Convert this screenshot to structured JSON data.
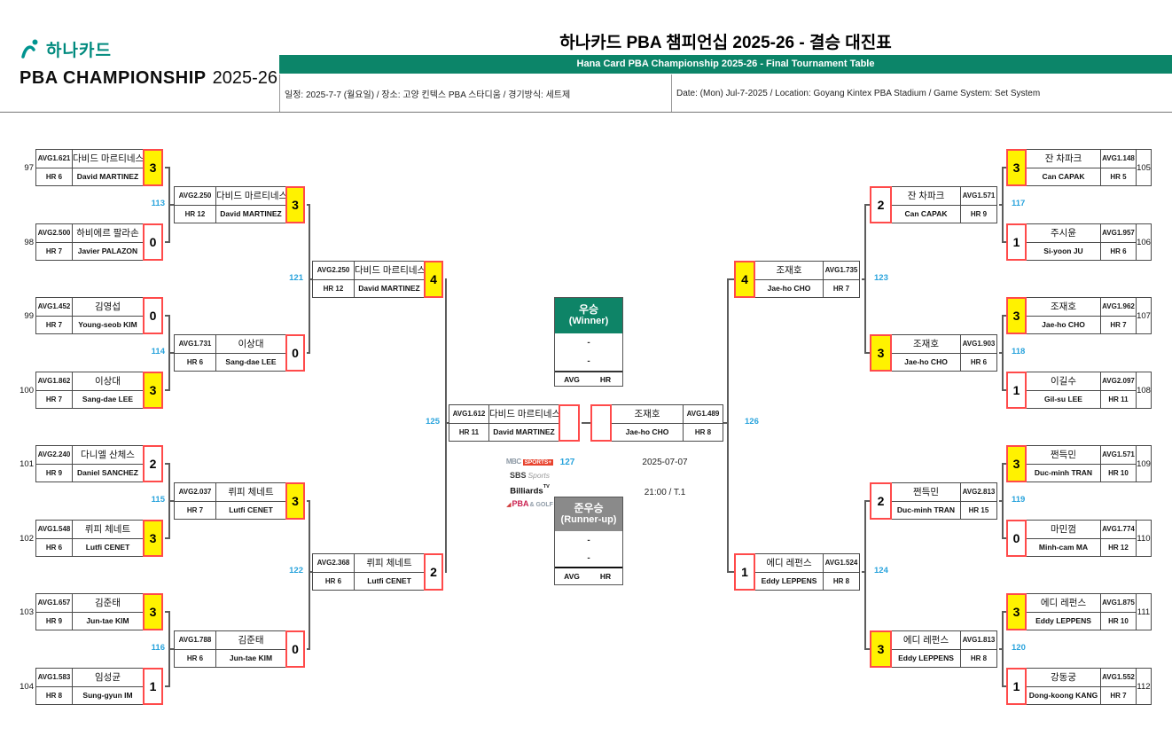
{
  "header": {
    "logo": {
      "brand_ko": "하나카드",
      "brand_line2": "PBA CHAMPIONSHIP",
      "brand_year": "2025-26"
    },
    "title_ko": "하나카드 PBA 챔피언십 2025-26 - 결승 대진표",
    "banner_en": "Hana Card PBA Championship 2025-26 - Final Tournament Table",
    "info_ko": "일정: 2025-7-7 (월요일) / 장소: 고양 킨텍스 PBA 스타디움 / 경기방식: 세트제",
    "info_en": "Date: (Mon) Jul-7-2025 / Location: Goyang Kintex PBA Stadium / Game System: Set System"
  },
  "center": {
    "winner": {
      "title_ko": "우승",
      "title_en": "(Winner)"
    },
    "runnerup": {
      "title_ko": "준우승",
      "title_en": "(Runner-up)"
    },
    "placeholder": "-",
    "avg_label": "AVG",
    "hr_label": "HR",
    "final_match_no": "127",
    "date": "2025-07-07",
    "time": "21:00 / T.1",
    "broadcasters": [
      {
        "p1": "MBC",
        "p2": "SPORTS+"
      },
      {
        "p1": "SBS",
        "p2": "Sports"
      },
      {
        "p1": "Billiards",
        "p2": "TV"
      },
      {
        "p1": "PBA",
        "p2": "& GOLF"
      }
    ]
  },
  "colors": {
    "accent_green": "#0c8569",
    "match_no_blue": "#29a3dc",
    "winner_yellow": "#fff200",
    "score_border_red": "#ff4a4a"
  },
  "bracket": {
    "left": {
      "r1": [
        {
          "no": "97",
          "avg": "AVG1.621",
          "hr": "HR 6",
          "ko": "다비드 마르티네스",
          "en": "David MARTINEZ",
          "score": "3",
          "win": true
        },
        {
          "no": "98",
          "avg": "AVG2.500",
          "hr": "HR 7",
          "ko": "하비에르 팔라손",
          "en": "Javier PALAZON",
          "score": "0",
          "win": false
        },
        {
          "no": "99",
          "avg": "AVG1.452",
          "hr": "HR 7",
          "ko": "김영섭",
          "en": "Young-seob KIM",
          "score": "0",
          "win": false
        },
        {
          "no": "100",
          "avg": "AVG1.862",
          "hr": "HR 7",
          "ko": "이상대",
          "en": "Sang-dae LEE",
          "score": "3",
          "win": true
        },
        {
          "no": "101",
          "avg": "AVG2.240",
          "hr": "HR 9",
          "ko": "다니엘 산체스",
          "en": "Daniel SANCHEZ",
          "score": "2",
          "win": false
        },
        {
          "no": "102",
          "avg": "AVG1.548",
          "hr": "HR 6",
          "ko": "뤼피 체네트",
          "en": "Lutfi CENET",
          "score": "3",
          "win": true
        },
        {
          "no": "103",
          "avg": "AVG1.657",
          "hr": "HR 9",
          "ko": "김준태",
          "en": "Jun-tae KIM",
          "score": "3",
          "win": true
        },
        {
          "no": "104",
          "avg": "AVG1.583",
          "hr": "HR 8",
          "ko": "임성균",
          "en": "Sung-gyun IM",
          "score": "1",
          "win": false
        }
      ],
      "r2": [
        {
          "avg": "AVG2.250",
          "hr": "HR 12",
          "ko": "다비드 마르티네스",
          "en": "David MARTINEZ",
          "score": "3",
          "win": true
        },
        {
          "avg": "AVG1.731",
          "hr": "HR 6",
          "ko": "이상대",
          "en": "Sang-dae LEE",
          "score": "0",
          "win": false
        },
        {
          "avg": "AVG2.037",
          "hr": "HR 7",
          "ko": "뤼피 체네트",
          "en": "Lutfi CENET",
          "score": "3",
          "win": true
        },
        {
          "avg": "AVG1.788",
          "hr": "HR 6",
          "ko": "김준태",
          "en": "Jun-tae KIM",
          "score": "0",
          "win": false
        }
      ],
      "sf": [
        {
          "avg": "AVG2.250",
          "hr": "HR 12",
          "ko": "다비드 마르티네스",
          "en": "David MARTINEZ",
          "score": "4",
          "win": true
        },
        {
          "avg": "AVG2.368",
          "hr": "HR 6",
          "ko": "뤼피 체네트",
          "en": "Lutfi CENET",
          "score": "2",
          "win": false
        }
      ],
      "labels": {
        "r2": [
          "113",
          "114",
          "115",
          "116"
        ],
        "sf": [
          "121",
          "122"
        ],
        "final": "125"
      }
    },
    "right": {
      "r1": [
        {
          "no": "105",
          "avg": "AVG1.148",
          "hr": "HR 5",
          "ko": "잔 차파크",
          "en": "Can CAPAK",
          "score": "3",
          "win": true
        },
        {
          "no": "106",
          "avg": "AVG1.957",
          "hr": "HR 6",
          "ko": "주시윤",
          "en": "Si-yoon JU",
          "score": "1",
          "win": false
        },
        {
          "no": "107",
          "avg": "AVG1.962",
          "hr": "HR 7",
          "ko": "조재호",
          "en": "Jae-ho CHO",
          "score": "3",
          "win": true
        },
        {
          "no": "108",
          "avg": "AVG2.097",
          "hr": "HR 11",
          "ko": "이길수",
          "en": "Gil-su LEE",
          "score": "1",
          "win": false
        },
        {
          "no": "109",
          "avg": "AVG1.571",
          "hr": "HR 10",
          "ko": "쩐득민",
          "en": "Duc-minh TRAN",
          "score": "3",
          "win": true
        },
        {
          "no": "110",
          "avg": "AVG1.774",
          "hr": "HR 12",
          "ko": "마민껌",
          "en": "Minh-cam MA",
          "score": "0",
          "win": false
        },
        {
          "no": "111",
          "avg": "AVG1.875",
          "hr": "HR 10",
          "ko": "에디 레펀스",
          "en": "Eddy LEPPENS",
          "score": "3",
          "win": true
        },
        {
          "no": "112",
          "avg": "AVG1.552",
          "hr": "HR 7",
          "ko": "강동궁",
          "en": "Dong-koong KANG",
          "score": "1",
          "win": false
        }
      ],
      "r2": [
        {
          "avg": "AVG1.571",
          "hr": "HR 9",
          "ko": "잔 차파크",
          "en": "Can CAPAK",
          "score": "2",
          "win": false
        },
        {
          "avg": "AVG1.903",
          "hr": "HR 6",
          "ko": "조재호",
          "en": "Jae-ho CHO",
          "score": "3",
          "win": true
        },
        {
          "avg": "AVG2.813",
          "hr": "HR 15",
          "ko": "쩐득민",
          "en": "Duc-minh TRAN",
          "score": "2",
          "win": false
        },
        {
          "avg": "AVG1.813",
          "hr": "HR 8",
          "ko": "에디 레펀스",
          "en": "Eddy LEPPENS",
          "score": "3",
          "win": true
        }
      ],
      "sf": [
        {
          "avg": "AVG1.735",
          "hr": "HR 7",
          "ko": "조재호",
          "en": "Jae-ho CHO",
          "score": "4",
          "win": true
        },
        {
          "avg": "AVG1.524",
          "hr": "HR 8",
          "ko": "에디 레펀스",
          "en": "Eddy LEPPENS",
          "score": "1",
          "win": false
        }
      ],
      "labels": {
        "r2": [
          "117",
          "118",
          "119",
          "120"
        ],
        "sf": [
          "123",
          "124"
        ],
        "final": "126"
      }
    },
    "final": [
      {
        "avg": "AVG1.612",
        "hr": "HR 11",
        "ko": "다비드 마르티네스",
        "en": "David MARTINEZ",
        "score": "",
        "win": false
      },
      {
        "avg": "AVG1.489",
        "hr": "HR 8",
        "ko": "조재호",
        "en": "Jae-ho CHO",
        "score": "",
        "win": false
      }
    ]
  }
}
